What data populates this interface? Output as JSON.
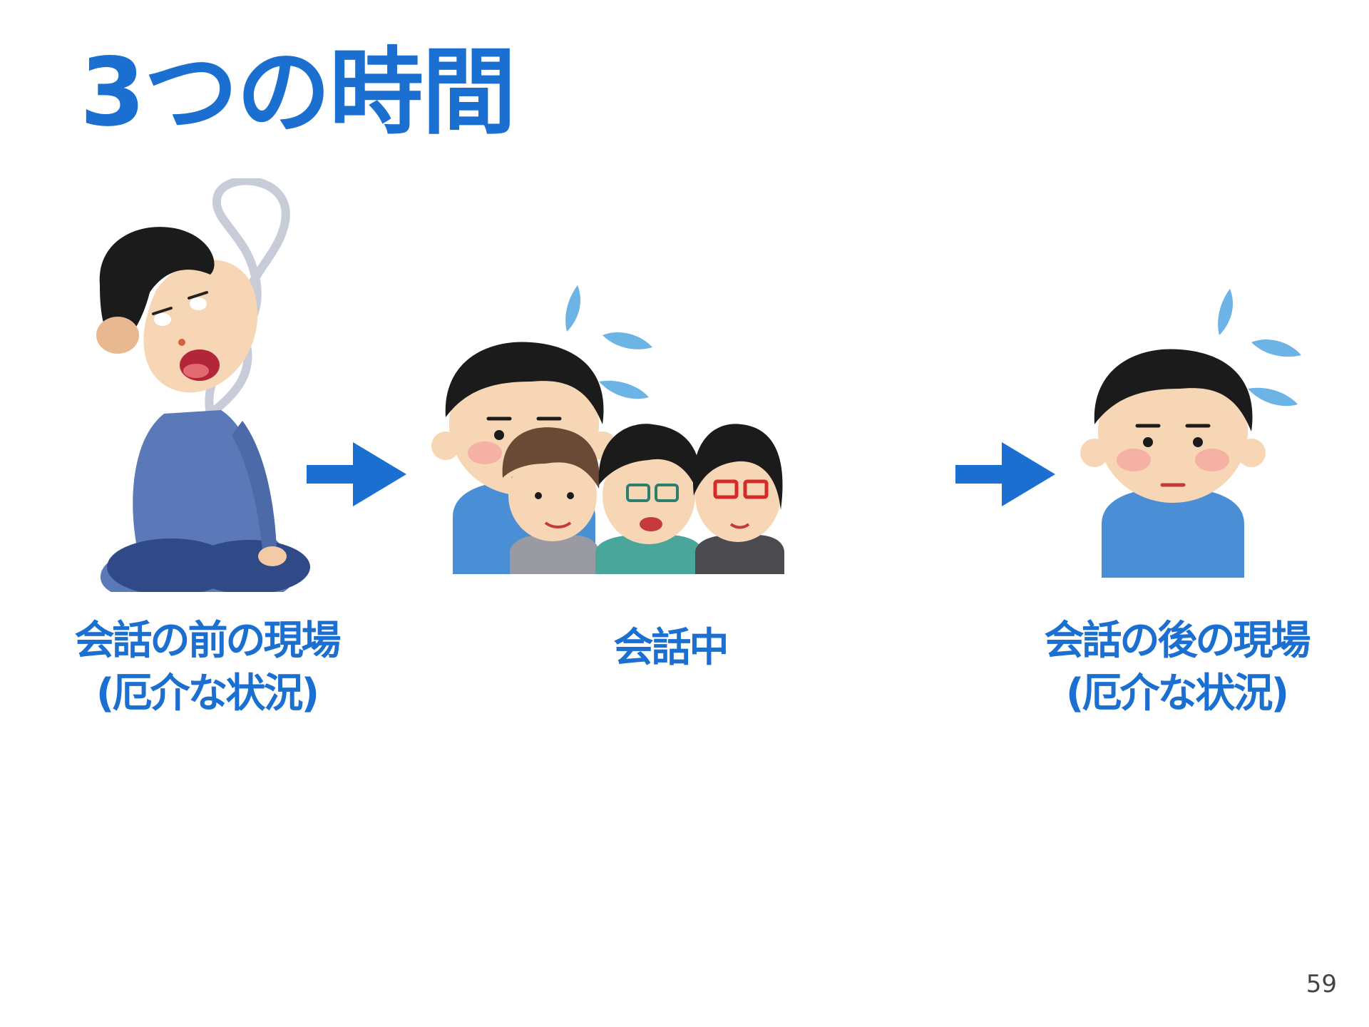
{
  "slide": {
    "title": "3つの時間",
    "page_number": "59"
  },
  "stages": [
    {
      "caption_line1": "会話の前の現場",
      "caption_line2": "(厄介な状況)",
      "illustration": "exhausted-man-illustration"
    },
    {
      "caption_line1": "会話中",
      "illustration": "conversation-group-illustration"
    },
    {
      "caption_line1": "会話の後の現場",
      "caption_line2": "(厄介な状況)",
      "illustration": "nervous-man-illustration"
    }
  ],
  "arrows": [
    "right-arrow-icon",
    "right-arrow-icon"
  ],
  "colors": {
    "accent": "#1a6fd1",
    "arrow": "#1a6fd1",
    "sweater": "#4a8fd6",
    "sweat_drop": "#6cb3e6"
  }
}
